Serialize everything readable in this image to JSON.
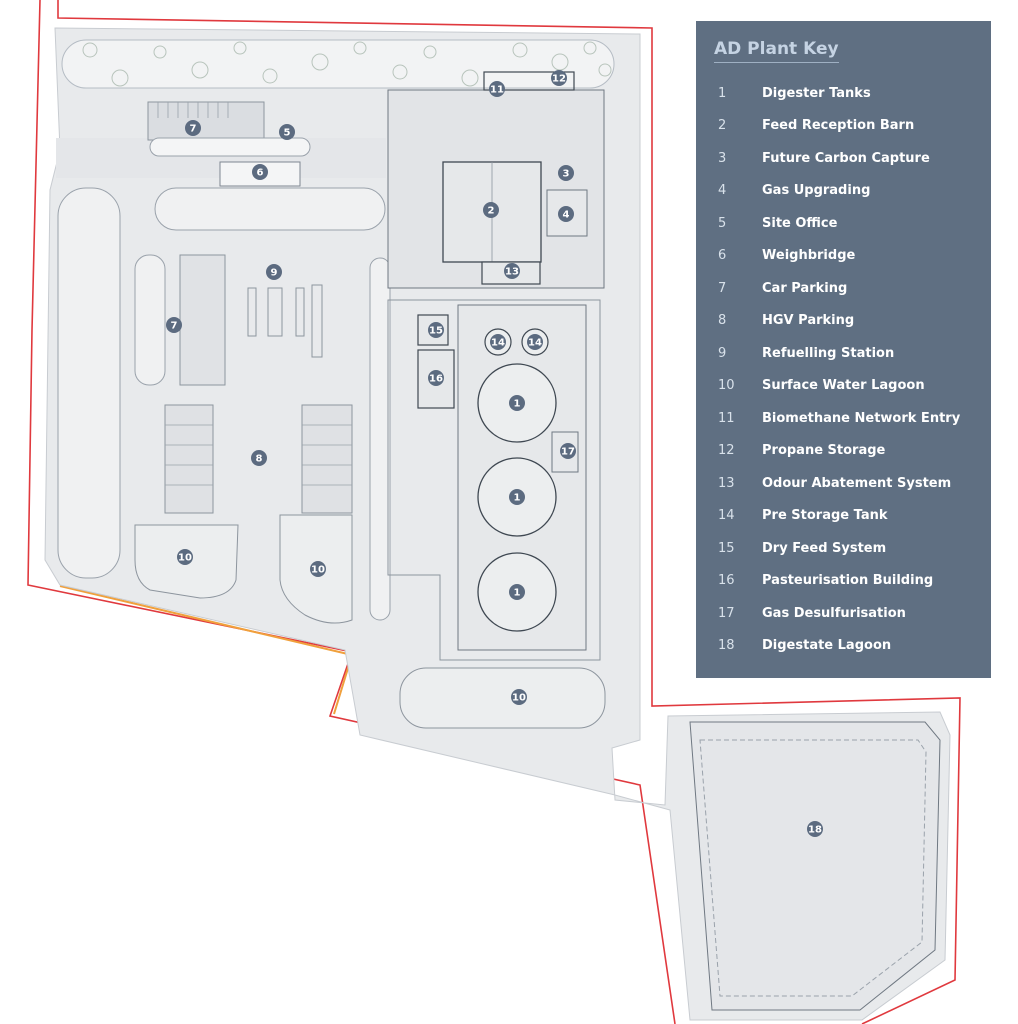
{
  "key": {
    "title": "AD Plant Key",
    "items": [
      {
        "num": "1",
        "label": "Digester Tanks"
      },
      {
        "num": "2",
        "label": "Feed Reception Barn"
      },
      {
        "num": "3",
        "label": "Future Carbon Capture"
      },
      {
        "num": "4",
        "label": "Gas Upgrading"
      },
      {
        "num": "5",
        "label": "Site Office"
      },
      {
        "num": "6",
        "label": "Weighbridge"
      },
      {
        "num": "7",
        "label": "Car Parking"
      },
      {
        "num": "8",
        "label": "HGV Parking"
      },
      {
        "num": "9",
        "label": "Refuelling Station"
      },
      {
        "num": "10",
        "label": "Surface Water Lagoon"
      },
      {
        "num": "11",
        "label": "Biomethane Network Entry"
      },
      {
        "num": "12",
        "label": "Propane Storage"
      },
      {
        "num": "13",
        "label": "Odour Abatement System"
      },
      {
        "num": "14",
        "label": "Pre Storage Tank"
      },
      {
        "num": "15",
        "label": "Dry Feed System"
      },
      {
        "num": "16",
        "label": "Pasteurisation Building"
      },
      {
        "num": "17",
        "label": "Gas Desulfurisation"
      },
      {
        "num": "18",
        "label": "Digestate Lagoon"
      }
    ]
  },
  "markers": [
    {
      "label": "1"
    },
    {
      "label": "1"
    },
    {
      "label": "1"
    },
    {
      "label": "2"
    },
    {
      "label": "3"
    },
    {
      "label": "4"
    },
    {
      "label": "5"
    },
    {
      "label": "6"
    },
    {
      "label": "7"
    },
    {
      "label": "7"
    },
    {
      "label": "8"
    },
    {
      "label": "9"
    },
    {
      "label": "10"
    },
    {
      "label": "10"
    },
    {
      "label": "10"
    },
    {
      "label": "11"
    },
    {
      "label": "12"
    },
    {
      "label": "13"
    },
    {
      "label": "14"
    },
    {
      "label": "14"
    },
    {
      "label": "15"
    },
    {
      "label": "16"
    },
    {
      "label": "17"
    },
    {
      "label": "18"
    }
  ],
  "colors": {
    "boundary": "#e0393e",
    "site_fill": "#e8eaec",
    "building_fill": "#e2e4e7",
    "marker": "#5c6b80",
    "key_panel": "#5f6f82",
    "key_title": "#c5d3e3",
    "orange_edge": "#f0a03c"
  }
}
